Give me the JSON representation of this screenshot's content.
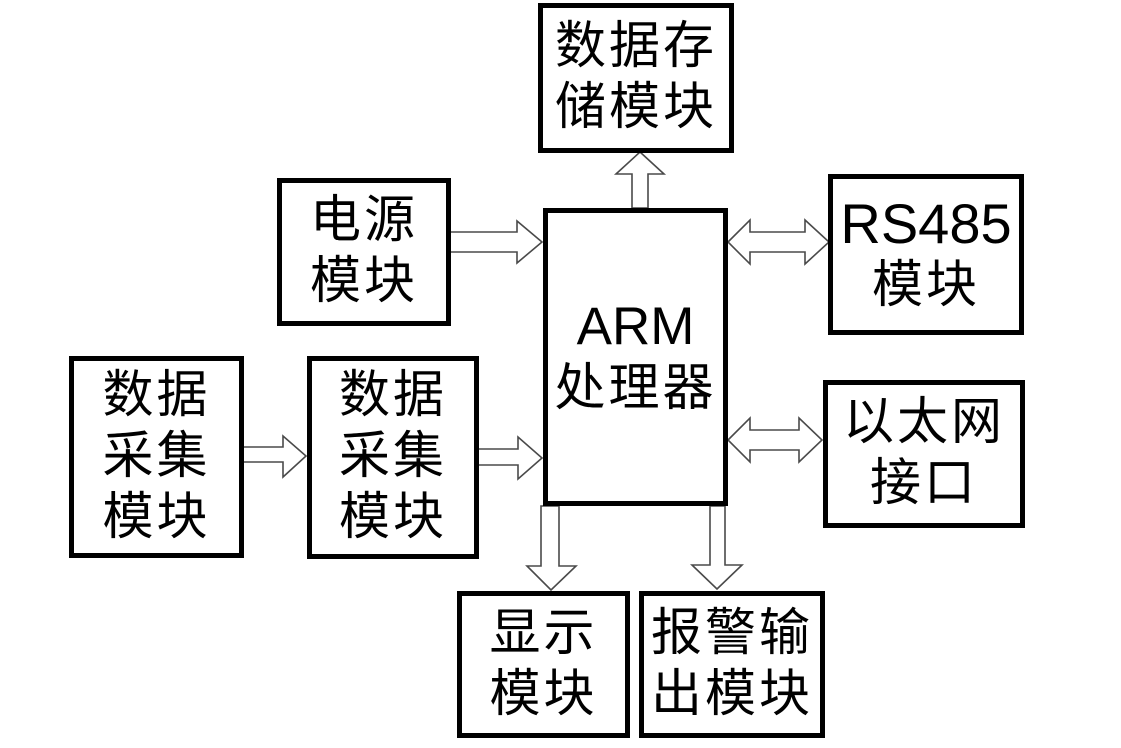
{
  "diagram": {
    "type": "block-diagram",
    "background": "#ffffff",
    "colors": {
      "box_border": "#000000",
      "text": "#000000",
      "arrow_fill": "#ffffff",
      "arrow_outline": "#4a4a4a"
    },
    "nodes": {
      "storage": {
        "id": "data-storage-module",
        "lines": [
          "数据存",
          "储模块"
        ]
      },
      "power": {
        "id": "power-module",
        "lines": [
          "电源",
          "模块"
        ]
      },
      "acq1": {
        "id": "data-acquisition-module-1",
        "lines": [
          "数据",
          "采集",
          "模块"
        ]
      },
      "acq2": {
        "id": "data-acquisition-module-2",
        "lines": [
          "数据",
          "采集",
          "模块"
        ]
      },
      "arm": {
        "id": "arm-processor",
        "lines": [
          "ARM",
          "处理器"
        ]
      },
      "rs485": {
        "id": "rs485-module",
        "lines": [
          "RS485",
          "模块"
        ]
      },
      "ethernet": {
        "id": "ethernet-interface",
        "lines": [
          "以太网",
          "接口"
        ]
      },
      "display": {
        "id": "display-module",
        "lines": [
          "显示",
          "模块"
        ]
      },
      "alarm": {
        "id": "alarm-output-module",
        "lines": [
          "报警输",
          "出模块"
        ]
      }
    },
    "connections": [
      {
        "from": "power-module",
        "to": "arm-processor",
        "direction": "one-way"
      },
      {
        "from": "data-acquisition-module-1",
        "to": "data-acquisition-module-2",
        "direction": "one-way"
      },
      {
        "from": "data-acquisition-module-2",
        "to": "arm-processor",
        "direction": "one-way"
      },
      {
        "from": "arm-processor",
        "to": "data-storage-module",
        "direction": "one-way"
      },
      {
        "from": "arm-processor",
        "to": "rs485-module",
        "direction": "two-way"
      },
      {
        "from": "arm-processor",
        "to": "ethernet-interface",
        "direction": "two-way"
      },
      {
        "from": "arm-processor",
        "to": "display-module",
        "direction": "one-way"
      },
      {
        "from": "arm-processor",
        "to": "alarm-output-module",
        "direction": "one-way"
      }
    ]
  }
}
